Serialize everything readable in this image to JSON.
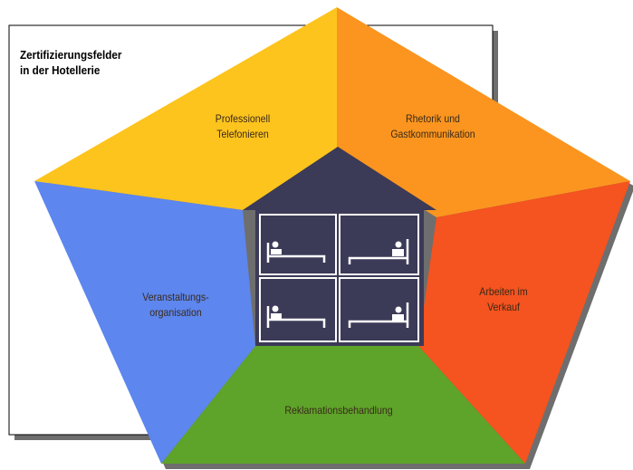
{
  "title": {
    "line1": "Zertifizierungsfelder",
    "line2": "in der Hotellerie"
  },
  "segments": {
    "top_left": {
      "line1": "Professionell",
      "line2": "Telefonieren",
      "color": "#fdc41e"
    },
    "top_right": {
      "line1": "Rhetorik und",
      "line2": "Gastkommunikation",
      "color": "#fb951f"
    },
    "right": {
      "line1": "Arbeiten im",
      "line2": "Verkauf",
      "color": "#f5531f"
    },
    "bottom": {
      "line1": "Reklamationsbehandlung",
      "color": "#5ea32a"
    },
    "left": {
      "line1": "Veranstaltungs-",
      "line2": "organisation",
      "color": "#5d86ee"
    }
  },
  "house": {
    "color": "#3b3a57",
    "room_count": 4
  },
  "colors": {
    "shadow": "#6e6e6e",
    "panel_border": "#000000"
  }
}
